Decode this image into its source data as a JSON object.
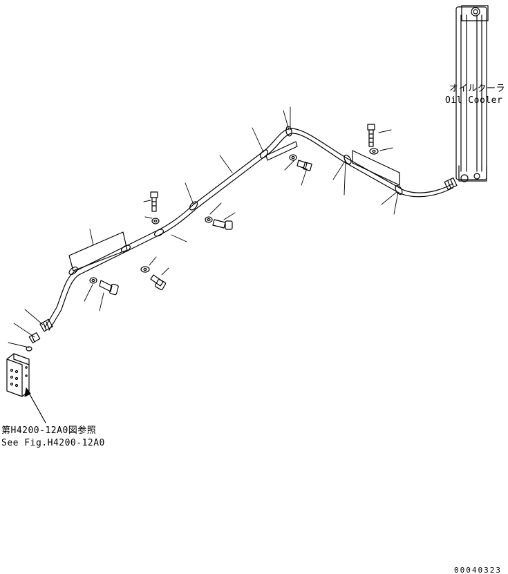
{
  "labels": {
    "oil_cooler_jp": "オイルクーラ",
    "oil_cooler_en": "Oil Cooler",
    "ref_jp": "第H4200-12A0図参照",
    "ref_en": "See Fig.H4200-12A0",
    "drawing_code": "00040323"
  }
}
